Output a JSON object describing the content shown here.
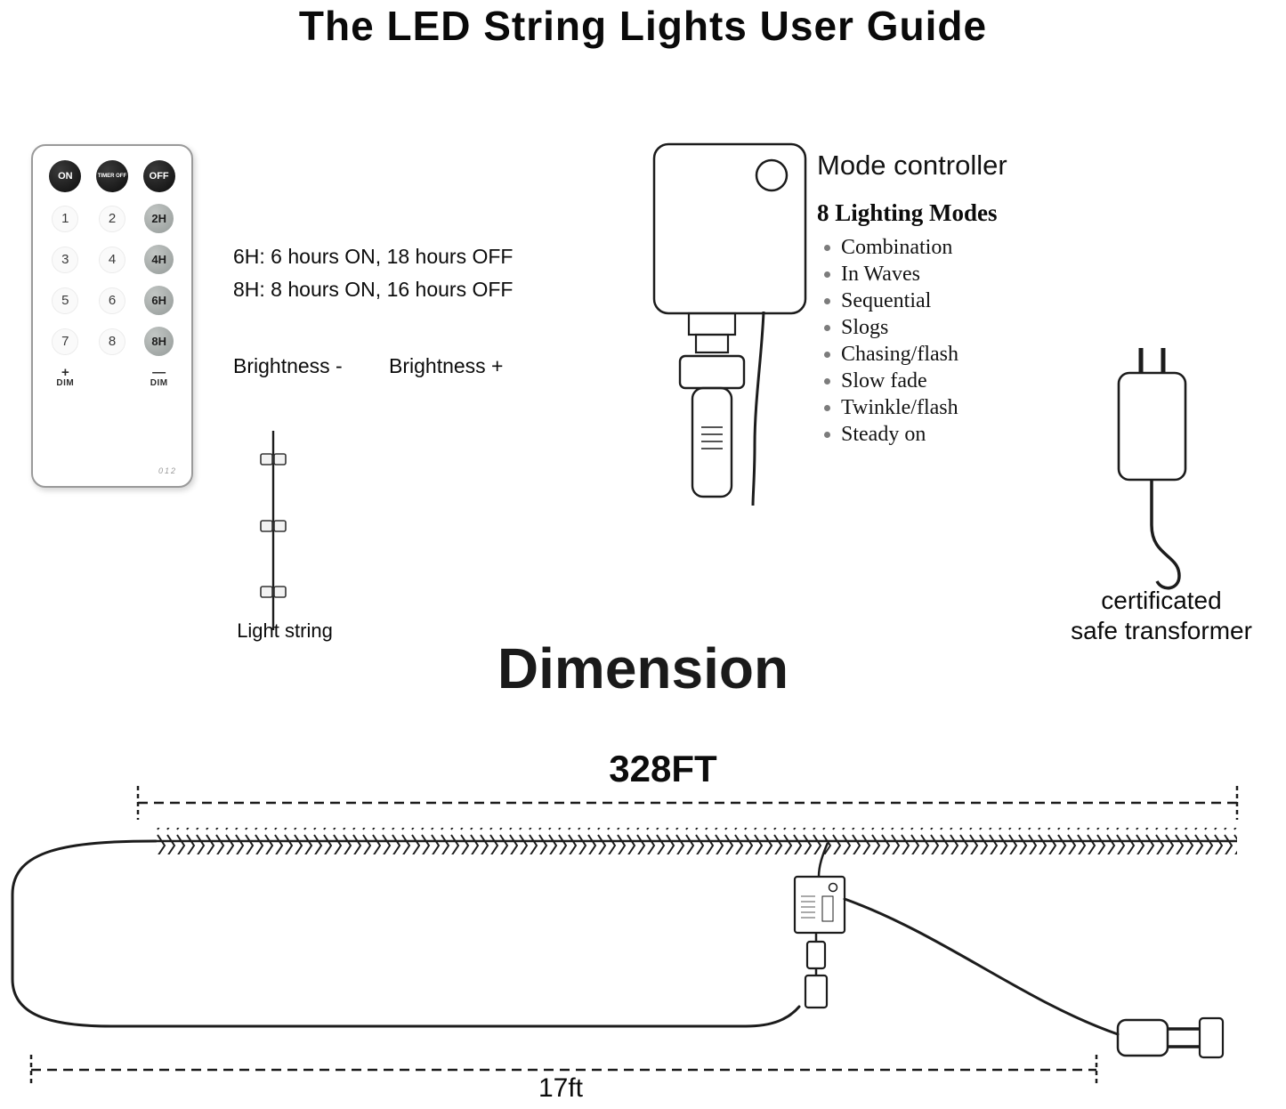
{
  "page": {
    "title": "The LED String Lights User Guide"
  },
  "remote": {
    "power_buttons": [
      "ON",
      "TIMER OFF",
      "OFF"
    ],
    "number_buttons": [
      "1",
      "2",
      "3",
      "4",
      "5",
      "6",
      "7",
      "8"
    ],
    "timer_buttons": [
      "2H",
      "4H",
      "6H",
      "8H"
    ],
    "dim_plus": "+",
    "dim_minus": "—",
    "dim_label": "DIM",
    "model": "012",
    "colors": {
      "power_button": "#0c0c0c",
      "timer_button": "#9ca2a0"
    }
  },
  "timer_info": {
    "line1": "6H: 6 hours ON, 18 hours OFF",
    "line2": "8H: 8 hours ON, 16 hours OFF"
  },
  "brightness": {
    "minus": "Brightness -",
    "plus": "Brightness +"
  },
  "light_string": {
    "label": "Light string"
  },
  "mode_controller": {
    "title": "Mode controller",
    "modes_heading": "8 Lighting Modes",
    "modes": [
      "Combination",
      "In Waves",
      "Sequential",
      "Slogs",
      "Chasing/flash",
      "Slow fade",
      "Twinkle/flash",
      "Steady on"
    ]
  },
  "transformer": {
    "line1": "certificated",
    "line2": "safe transformer"
  },
  "dimension": {
    "title": "Dimension",
    "total_length": "328FT",
    "lead_length": "17ft"
  }
}
